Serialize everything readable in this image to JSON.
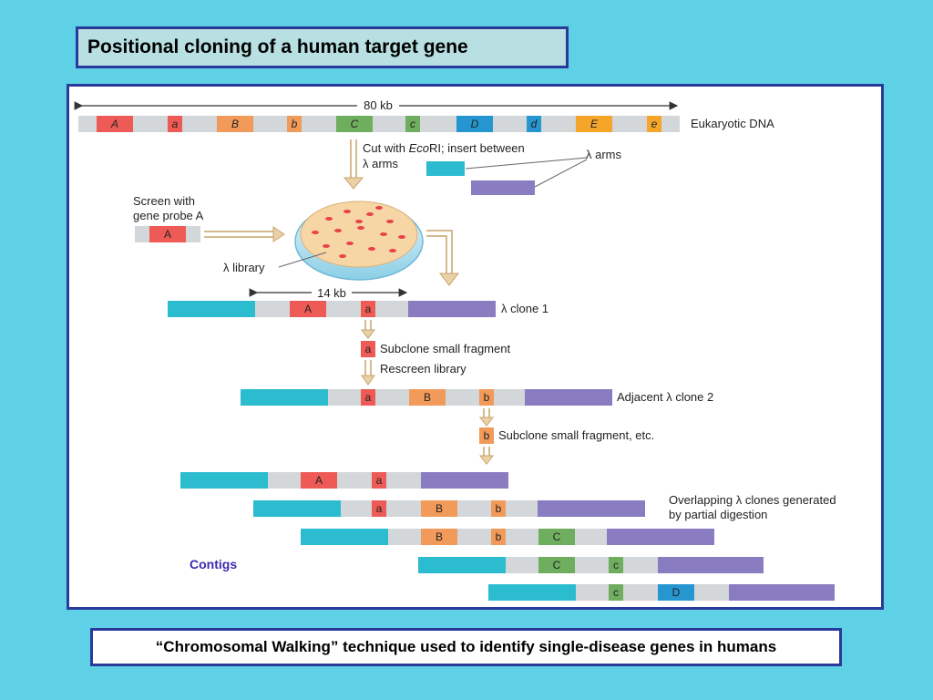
{
  "title": "Positional cloning of a human target gene",
  "caption": "“Chromosomal Walking” technique used to identify single-disease genes in humans",
  "figure": {
    "scale_80kb": "80 kb",
    "scale_14kb": "14 kb",
    "eukaryotic_dna": "Eukaryotic DNA",
    "segments": [
      "A",
      "a",
      "B",
      "b",
      "C",
      "c",
      "D",
      "d",
      "E",
      "e"
    ],
    "cut_with_prefix": "Cut with ",
    "cut_with_enzyme_italic": "Eco",
    "cut_with_enzyme": "RI; insert between",
    "cut_with_line2": "λ arms",
    "lambda_arms": "λ arms",
    "screen_with_line1": "Screen with",
    "screen_with_line2": "gene probe A",
    "probe_label": "A",
    "lambda_library": "λ library",
    "clone1": "λ clone 1",
    "subclone_a": "Subclone small fragment",
    "rescreen": "Rescreen library",
    "clone2": "Adjacent λ clone 2",
    "subclone_b": "Subclone small fragment, etc.",
    "overlap_line1": "Overlapping λ clones generated",
    "overlap_line2": "by partial digestion",
    "contigs": "Contigs",
    "frag_a": "a",
    "frag_b": "b",
    "clone1_segments": [
      "A",
      "a"
    ],
    "clone2_segments": [
      "a",
      "B",
      "b"
    ],
    "contig_rows": [
      [
        "A",
        "a"
      ],
      [
        "a",
        "B",
        "b"
      ],
      [
        "B",
        "b",
        "C"
      ],
      [
        "C",
        "c"
      ],
      [
        "c",
        "D"
      ]
    ],
    "colors": {
      "A": "#ee5a55",
      "B": "#f29a5a",
      "C": "#6fae5f",
      "D": "#2596d0",
      "E": "#f5a52a",
      "cyan_arm": "#2bbcd0",
      "purple_arm": "#8a7cc0",
      "gray_dna": "#d3d7d9"
    }
  }
}
